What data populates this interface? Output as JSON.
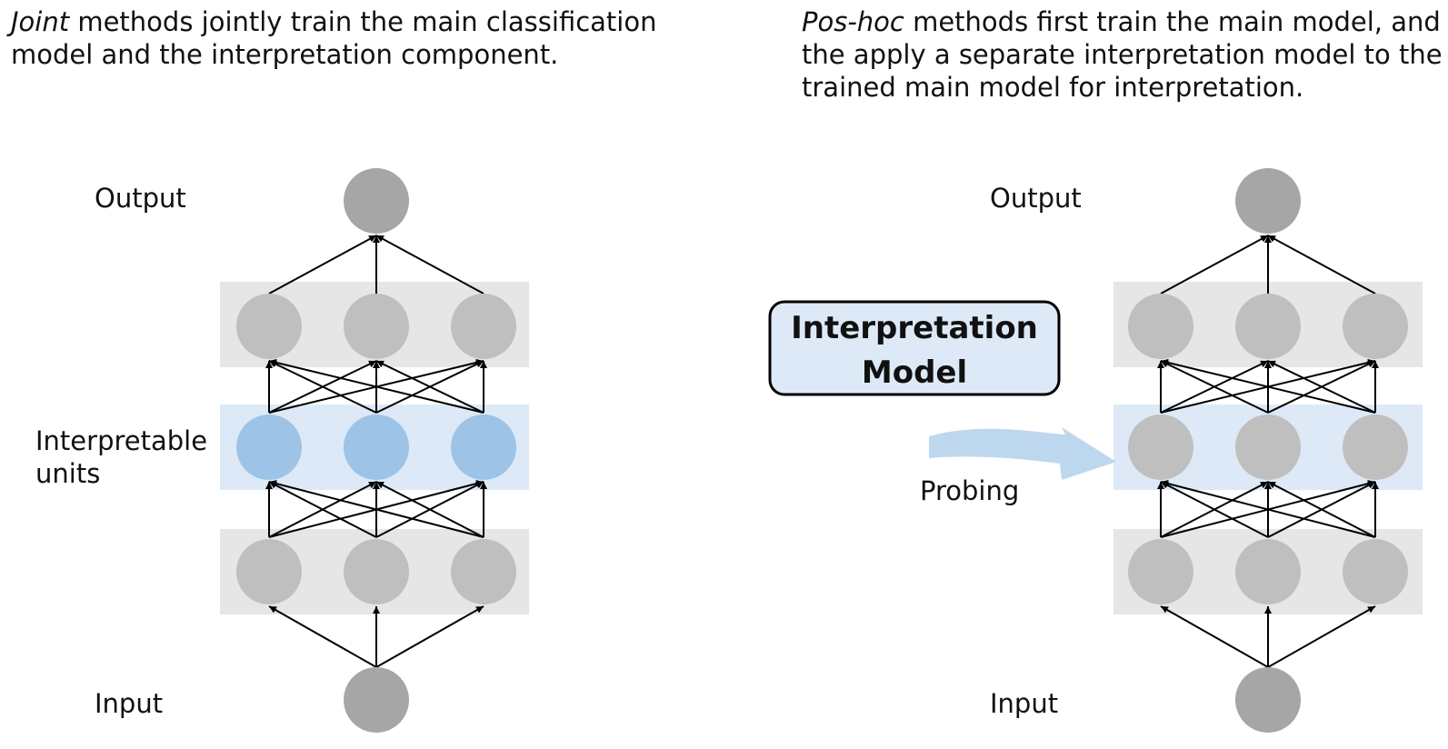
{
  "captions": {
    "left": {
      "emphasis": "Joint",
      "rest": " methods jointly train the main classification model and the interpretation component."
    },
    "right": {
      "emphasis": "Pos-hoc",
      "rest": " methods first train the main model, and the apply a separate interpretation model to the trained main model for interpretation."
    }
  },
  "left_network": {
    "output_label": "Output",
    "input_label": "Input",
    "interpretable_label_line1": "Interpretable",
    "interpretable_label_line2": "units"
  },
  "right_network": {
    "output_label": "Output",
    "input_label": "Input",
    "interpretation_model_line1": "Interpretation",
    "interpretation_model_line2": "Model",
    "probing_label": "Probing"
  },
  "colors": {
    "band_gray": "#e6e6e6",
    "band_blue": "#dde9f6",
    "node_end": "#a6a6a6",
    "node_hidden": "#bfbfbf",
    "node_interpretable": "#9dc3e6",
    "arrow_blue": "#bdd7ee",
    "box_fill": "#dde9f6"
  }
}
